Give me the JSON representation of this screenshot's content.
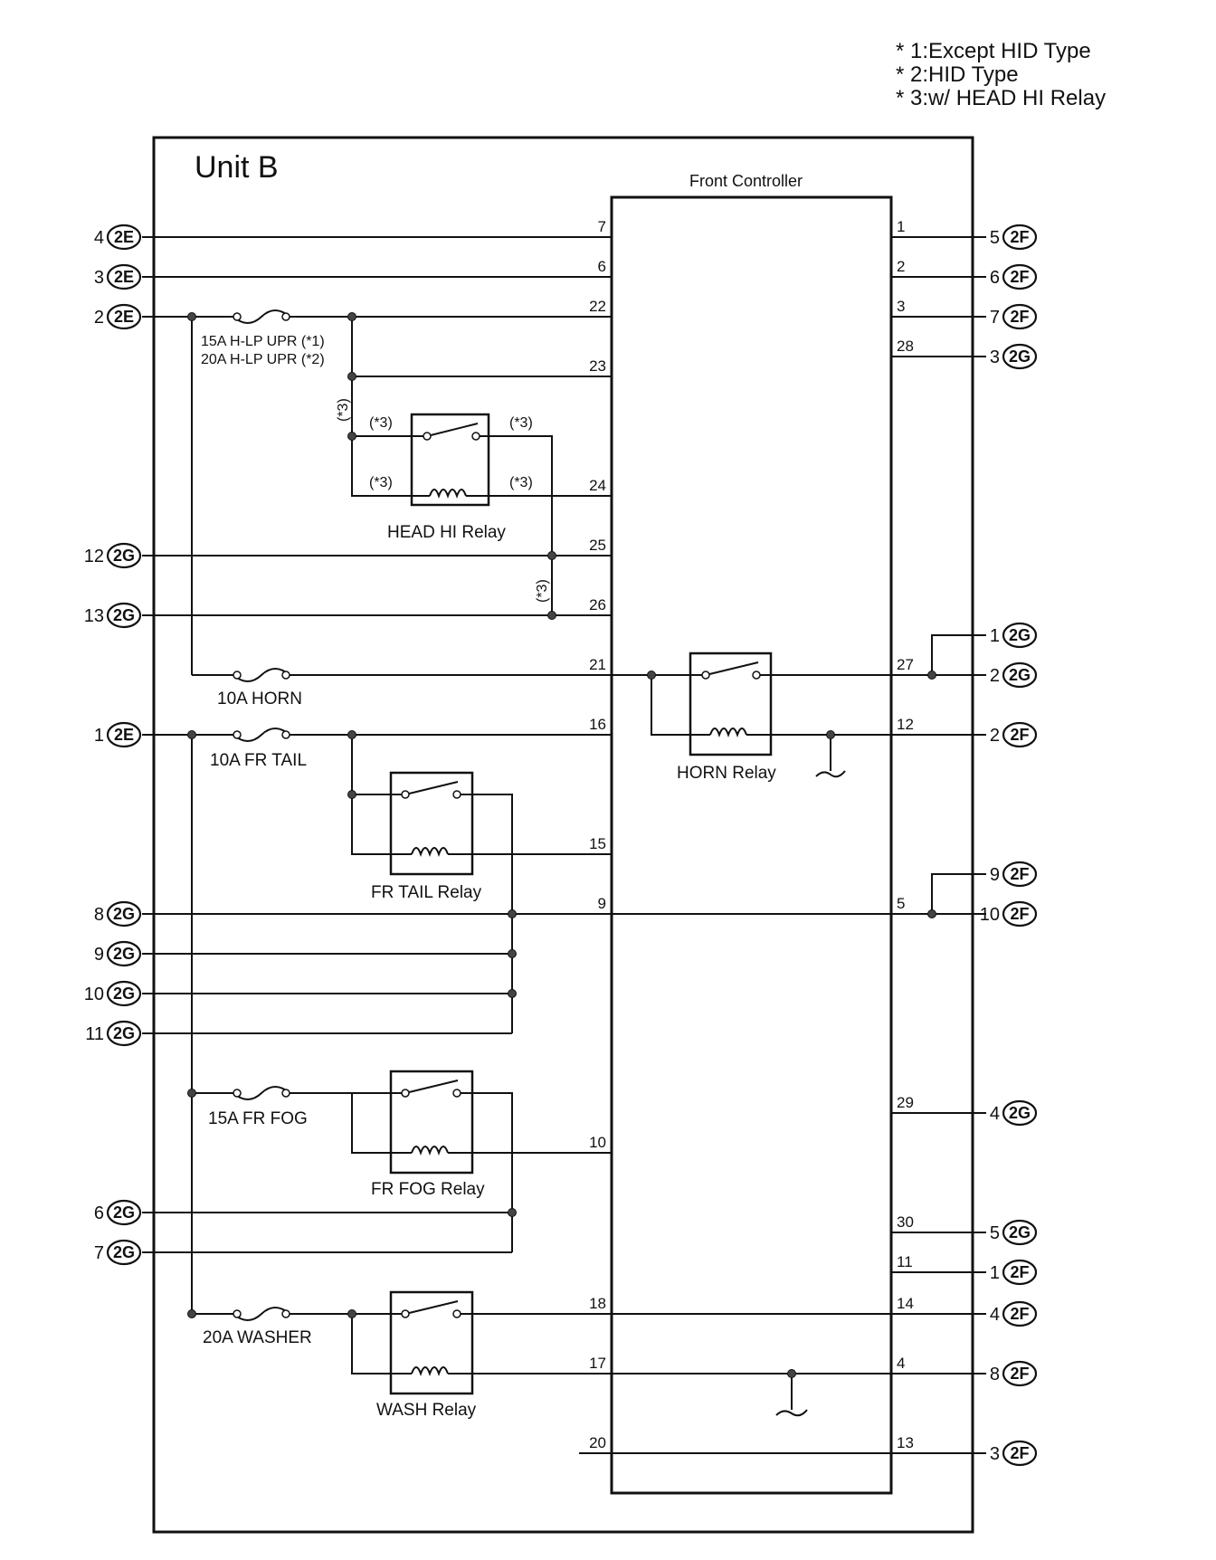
{
  "notes": [
    "* 1:Except HID Type",
    "* 2:HID Type",
    "* 3:w/ HEAD HI Relay"
  ],
  "unit_title": "Unit B",
  "controller_title": "Front Controller",
  "fuses": {
    "hlp_upr_1": "15A H-LP UPR (*1)",
    "hlp_upr_2": "20A H-LP UPR (*2)",
    "horn": "10A HORN",
    "fr_tail": "10A FR TAIL",
    "fr_fog": "15A FR FOG",
    "washer": "20A WASHER"
  },
  "relays": {
    "head_hi": "HEAD HI Relay",
    "horn": "HORN Relay",
    "fr_tail": "FR TAIL Relay",
    "fr_fog": "FR FOG Relay",
    "wash": "WASH Relay"
  },
  "mark": "(*3)",
  "left_connectors": [
    {
      "num": "4",
      "code": "2E"
    },
    {
      "num": "3",
      "code": "2E"
    },
    {
      "num": "2",
      "code": "2E"
    },
    {
      "num": "12",
      "code": "2G"
    },
    {
      "num": "13",
      "code": "2G"
    },
    {
      "num": "1",
      "code": "2E"
    },
    {
      "num": "8",
      "code": "2G"
    },
    {
      "num": "9",
      "code": "2G"
    },
    {
      "num": "10",
      "code": "2G"
    },
    {
      "num": "11",
      "code": "2G"
    },
    {
      "num": "6",
      "code": "2G"
    },
    {
      "num": "7",
      "code": "2G"
    }
  ],
  "right_connectors": [
    {
      "num": "5",
      "code": "2F"
    },
    {
      "num": "6",
      "code": "2F"
    },
    {
      "num": "7",
      "code": "2F"
    },
    {
      "num": "3",
      "code": "2G"
    },
    {
      "num": "1",
      "code": "2G"
    },
    {
      "num": "2",
      "code": "2G"
    },
    {
      "num": "2",
      "code": "2F"
    },
    {
      "num": "9",
      "code": "2F"
    },
    {
      "num": "10",
      "code": "2F"
    },
    {
      "num": "4",
      "code": "2G"
    },
    {
      "num": "5",
      "code": "2G"
    },
    {
      "num": "1",
      "code": "2F"
    },
    {
      "num": "4",
      "code": "2F"
    },
    {
      "num": "8",
      "code": "2F"
    },
    {
      "num": "3",
      "code": "2F"
    }
  ],
  "controller_left_pins": [
    "7",
    "6",
    "22",
    "23",
    "24",
    "25",
    "26",
    "21",
    "16",
    "15",
    "9",
    "10",
    "18",
    "17",
    "20"
  ],
  "controller_right_pins": [
    "1",
    "2",
    "3",
    "28",
    "27",
    "12",
    "5",
    "29",
    "30",
    "11",
    "14",
    "4",
    "13"
  ]
}
